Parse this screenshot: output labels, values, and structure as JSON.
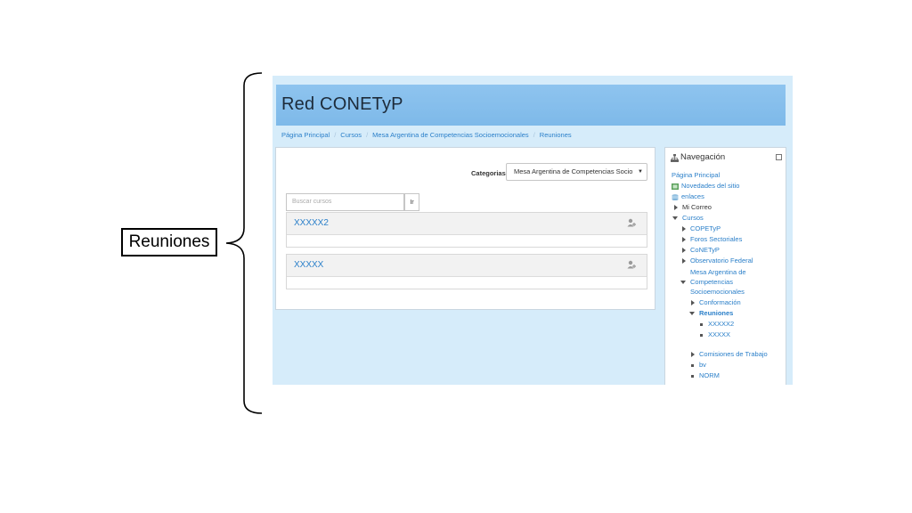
{
  "annotation": {
    "label": "Reuniones"
  },
  "site": {
    "title": "Red CONETyP"
  },
  "breadcrumb": [
    "Página Principal",
    "Cursos",
    "Mesa Argentina de Competencias Socioemocionales",
    "Reuniones"
  ],
  "categories": {
    "label": "Categorias:",
    "selected": "Mesa Argentina de Competencias Socio",
    "arrow": "▼"
  },
  "search": {
    "placeholder": "Buscar cursos",
    "button": "Ir"
  },
  "courses": [
    {
      "name": "XXXXX2"
    },
    {
      "name": "XXXXX"
    }
  ],
  "navigation": {
    "title": "Navegación",
    "items": [
      {
        "label": "Página Principal"
      },
      {
        "label": "Novedades del sitio"
      },
      {
        "label": "enlaces"
      },
      {
        "label": "Mi Correo"
      },
      {
        "label": "Cursos"
      },
      {
        "label": "COPETyP"
      },
      {
        "label": "Foros Sectoriales"
      },
      {
        "label": "CoNETyP"
      },
      {
        "label": "Observatorio Federal"
      },
      {
        "label": "Mesa Argentina de"
      },
      {
        "label": "Competencias"
      },
      {
        "label": "Socioemocionales"
      },
      {
        "label": "Conformación"
      },
      {
        "label": "Reuniones"
      },
      {
        "label": "XXXXX2"
      },
      {
        "label": "XXXXX"
      },
      {
        "label": "Comisiones de Trabajo"
      },
      {
        "label": "bv"
      },
      {
        "label": "NORM"
      }
    ]
  },
  "colors": {
    "header": "#8ec4ef",
    "page_bg": "#d6ecfa",
    "link": "#2a7fc9"
  }
}
